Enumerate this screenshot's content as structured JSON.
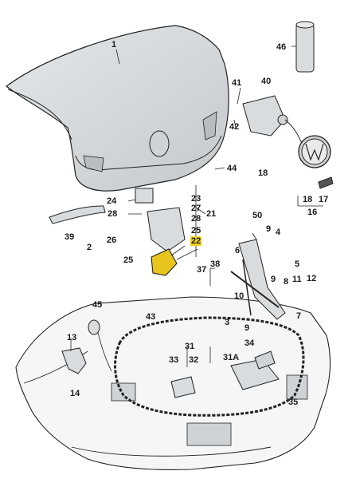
{
  "diagram": {
    "callouts": [
      {
        "id": "c1",
        "text": "1"
      },
      {
        "id": "c46",
        "text": "46"
      },
      {
        "id": "c41",
        "text": "41"
      },
      {
        "id": "c40",
        "text": "40"
      },
      {
        "id": "c42",
        "text": "42"
      },
      {
        "id": "c44",
        "text": "44"
      },
      {
        "id": "c18a",
        "text": "18"
      },
      {
        "id": "c18b",
        "text": "18"
      },
      {
        "id": "c17",
        "text": "17"
      },
      {
        "id": "c16",
        "text": "16"
      },
      {
        "id": "c24",
        "text": "24"
      },
      {
        "id": "c23",
        "text": "23"
      },
      {
        "id": "c27",
        "text": "27"
      },
      {
        "id": "c21",
        "text": "21"
      },
      {
        "id": "c28a",
        "text": "28"
      },
      {
        "id": "c28b",
        "text": "28"
      },
      {
        "id": "c25a",
        "text": "25"
      },
      {
        "id": "c25b",
        "text": "25"
      },
      {
        "id": "c22",
        "text": "22"
      },
      {
        "id": "c26",
        "text": "26"
      },
      {
        "id": "c2",
        "text": "2"
      },
      {
        "id": "c39",
        "text": "39"
      },
      {
        "id": "c50",
        "text": "50"
      },
      {
        "id": "c9a",
        "text": "9"
      },
      {
        "id": "c4",
        "text": "4"
      },
      {
        "id": "c6",
        "text": "6"
      },
      {
        "id": "c5",
        "text": "5"
      },
      {
        "id": "c38",
        "text": "38"
      },
      {
        "id": "c37",
        "text": "37"
      },
      {
        "id": "c9b",
        "text": "9"
      },
      {
        "id": "c8",
        "text": "8"
      },
      {
        "id": "c11",
        "text": "11"
      },
      {
        "id": "c12",
        "text": "12"
      },
      {
        "id": "c10",
        "text": "10"
      },
      {
        "id": "c7",
        "text": "7"
      },
      {
        "id": "c3",
        "text": "3"
      },
      {
        "id": "c9c",
        "text": "9"
      },
      {
        "id": "c45",
        "text": "45"
      },
      {
        "id": "c43",
        "text": "43"
      },
      {
        "id": "c13",
        "text": "13"
      },
      {
        "id": "c14",
        "text": "14"
      },
      {
        "id": "c31",
        "text": "31"
      },
      {
        "id": "c34",
        "text": "34"
      },
      {
        "id": "c33",
        "text": "33"
      },
      {
        "id": "c32",
        "text": "32"
      },
      {
        "id": "c31A",
        "text": "31A"
      },
      {
        "id": "c35",
        "text": "35"
      }
    ],
    "colors": {
      "line": "#222222",
      "panel": "#d9dcde",
      "panel_dark": "#b9bdc0",
      "highlight": "#e8c41e",
      "badge": "#f2d21b"
    }
  }
}
